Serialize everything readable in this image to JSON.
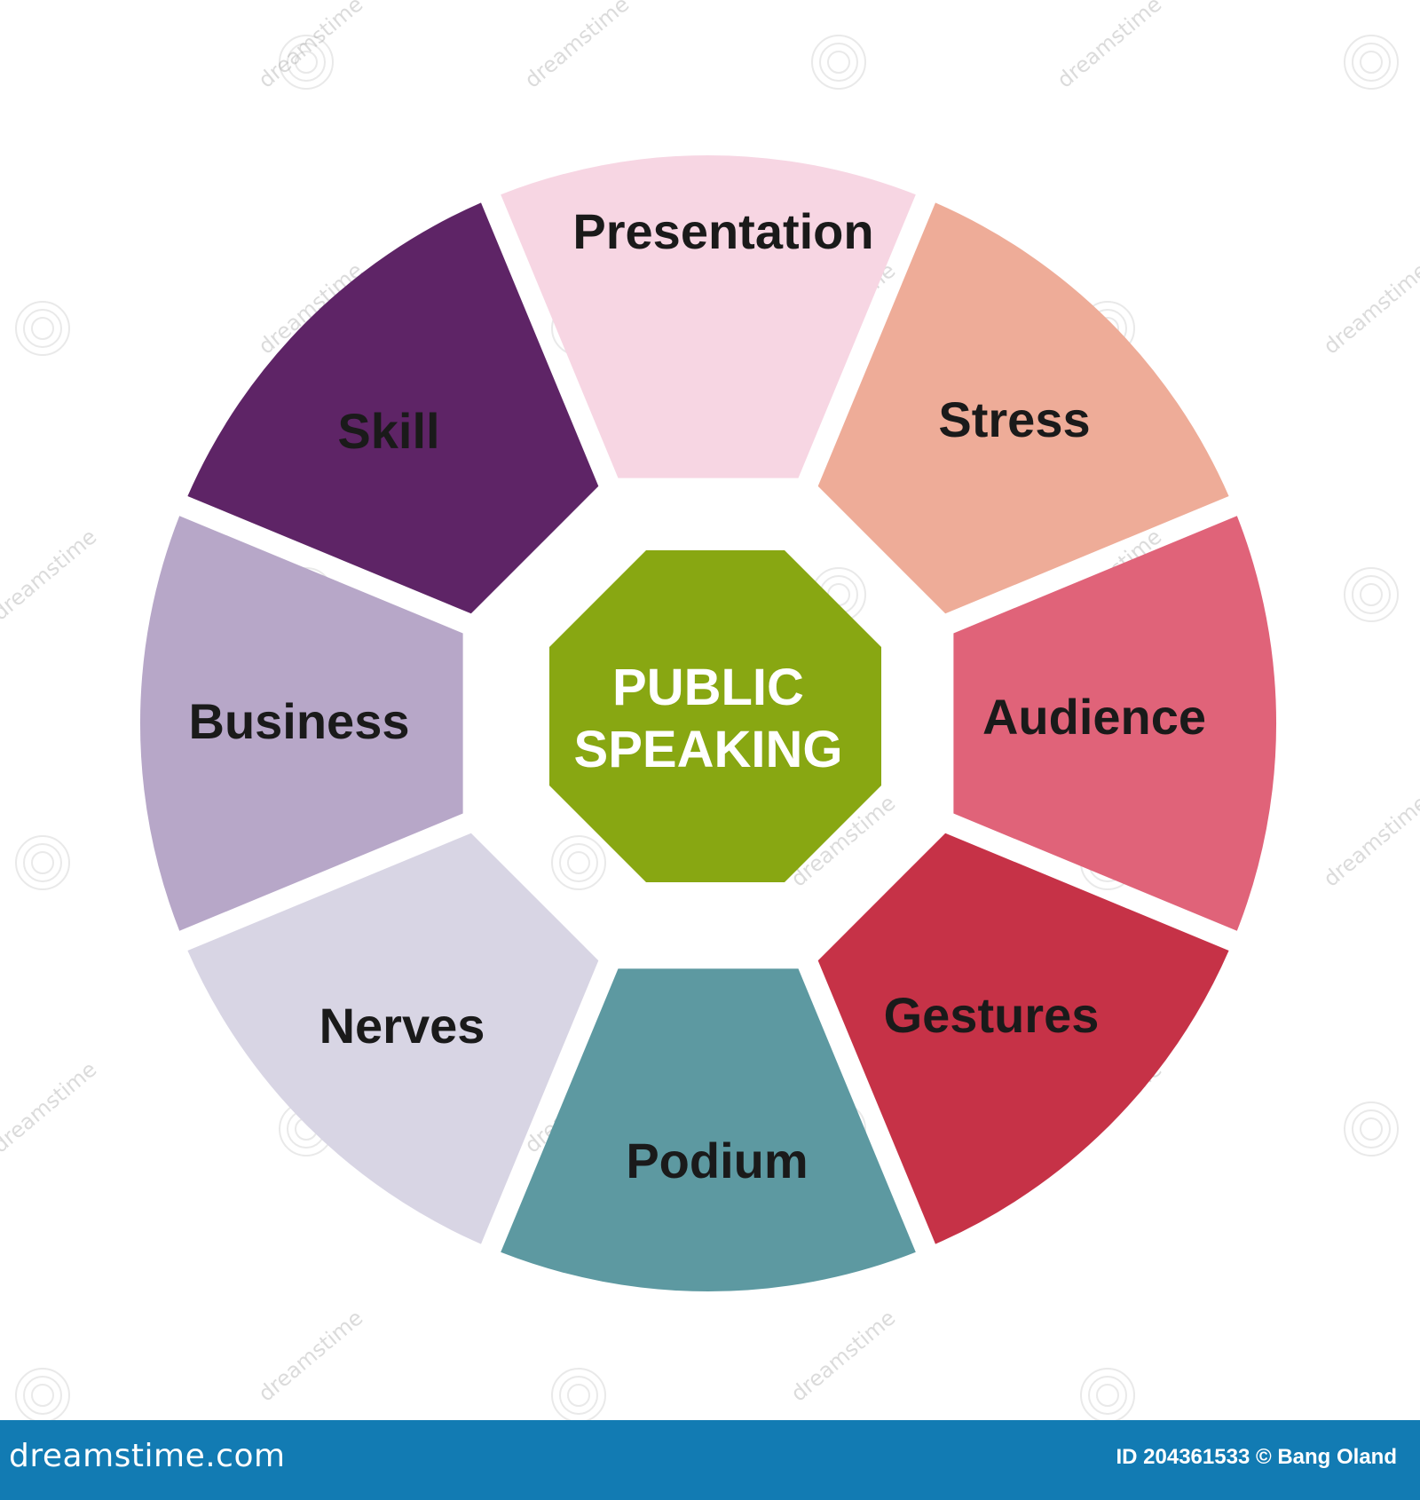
{
  "center": {
    "line1": "PUBLIC",
    "line2": "SPEAKING",
    "color": "#88a712"
  },
  "segments": [
    {
      "label": "Presentation",
      "color": "#f7d6e3"
    },
    {
      "label": "Stress",
      "color": "#eeac98"
    },
    {
      "label": "Audience",
      "color": "#e06379"
    },
    {
      "label": "Gestures",
      "color": "#c63247"
    },
    {
      "label": "Podium",
      "color": "#5d99a1"
    },
    {
      "label": "Nerves",
      "color": "#d8d5e4"
    },
    {
      "label": "Business",
      "color": "#b7a7c8"
    },
    {
      "label": "Skill",
      "color": "#5e2466"
    }
  ],
  "watermark": {
    "text": "dreamstime"
  },
  "footer": {
    "brand": "dreamstime.com",
    "credit": "ID 204361533 © Bang Oland",
    "color": "#127bb3"
  }
}
